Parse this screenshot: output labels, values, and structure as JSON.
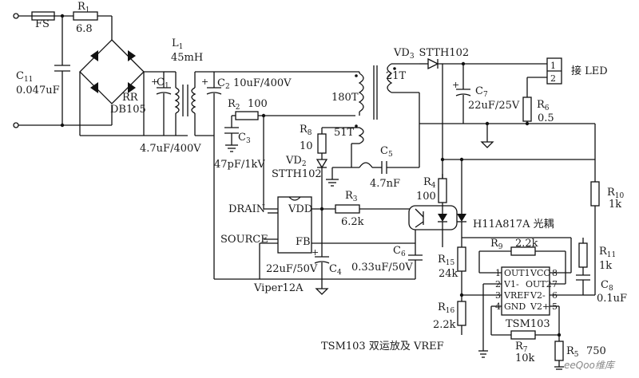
{
  "labels": {
    "fs": "FS",
    "r1_name": "R",
    "r1_sub": "1",
    "r1_val": "6.8",
    "c11_name": "C",
    "c11_sub": "11",
    "c11_val": "0.047uF",
    "rr": "RR",
    "db105": "DB105",
    "l1_name": "L",
    "l1_sub": "1",
    "l1_val": "45mH",
    "c1_name": "C",
    "c1_sub": "1",
    "c1_val": "4.7uF/400V",
    "c2_name": "C",
    "c2_sub": "2",
    "c2_val": "10uF/400V",
    "r2_name": "R",
    "r2_sub": "2",
    "r2_val": "100",
    "c3_name": "C",
    "c3_sub": "3",
    "c3_val": "47pF/1kV",
    "t180": "180T",
    "t21": "21T",
    "t51": "51T",
    "vd3_name": "VD",
    "vd3_sub": "3",
    "vd3_part": "STTH102",
    "led_label": "接 LED",
    "pin1": "1",
    "pin2": "2",
    "c7_name": "C",
    "c7_sub": "7",
    "c7_val": "22uF/25V",
    "r6_name": "R",
    "r6_sub": "6",
    "r6_val": "0.5",
    "r8_name": "R",
    "r8_sub": "8",
    "r8_val": "10",
    "vd2_name": "VD",
    "vd2_sub": "2",
    "vd2_part": "STTH102",
    "c5_name": "C",
    "c5_sub": "5",
    "c5_val": "4.7nF",
    "r4_name": "R",
    "r4_sub": "4",
    "r4_val": "100",
    "r10_name": "R",
    "r10_sub": "10",
    "r10_val": "1k",
    "drain": "DRAIN",
    "vdd": "VDD",
    "source": "SOURCE",
    "fb": "FB",
    "viper": "Viper12A",
    "r3_name": "R",
    "r3_sub": "3",
    "r3_val": "6.2k",
    "opto": "H11A817A 光耦",
    "c4_name": "C",
    "c4_sub": "4",
    "c4_val": "22uF/50V",
    "c6_name": "C",
    "c6_sub": "6",
    "c6_val": "0.33uF/50V",
    "r9_name": "R",
    "r9_sub": "9",
    "r9_val": "2.2k",
    "r11_name": "R",
    "r11_sub": "11",
    "r11_val": "1k",
    "c8_name": "C",
    "c8_sub": "8",
    "c8_val": "0.1uF",
    "r15_name": "R",
    "r15_sub": "15",
    "r15_val": "24k",
    "r16_name": "R",
    "r16_sub": "16",
    "r16_val": "2.2k",
    "out1": "OUT1",
    "vcc": "VCC",
    "v1m": "V1-",
    "out2": "OUT2",
    "vref": "VREF",
    "v2m": "V2-",
    "gnd": "GND",
    "v2p": "V2+",
    "p1": "1",
    "p2": "2",
    "p3": "3",
    "p4": "4",
    "p5": "5",
    "p6": "6",
    "p7": "7",
    "p8": "8",
    "tsm103": "TSM103",
    "r7_name": "R",
    "r7_sub": "7",
    "r7_val": "10k",
    "r5_name": "R",
    "r5_sub": "5",
    "r5_val": "750",
    "caption": "TSM103 双运放及 VREF",
    "watermark": "eeQoo维库"
  }
}
